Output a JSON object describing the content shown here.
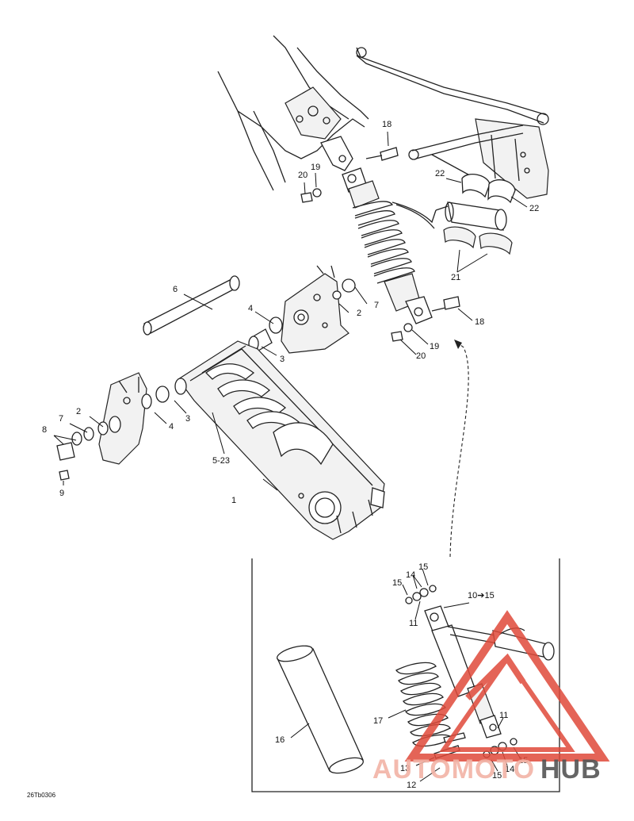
{
  "diagram_code": "26Tb0306",
  "watermark": {
    "word1": "AUTOMOTO",
    "word2": "HUB",
    "color1": "#f2b3a6",
    "color2": "#555555",
    "logo_color": "#e04a3a"
  },
  "callouts": {
    "c1": "1",
    "c2a": "2",
    "c2b": "2",
    "c3a": "3",
    "c3b": "3",
    "c4a": "4",
    "c4b": "4",
    "c5": "5-23",
    "c6": "6",
    "c7a": "7",
    "c7b": "7",
    "c8": "8",
    "c9": "9",
    "c10": "10➔15",
    "c11a": "11",
    "c11b": "11",
    "c12": "12",
    "c13": "13",
    "c14a": "14",
    "c14b": "14",
    "c15a": "15",
    "c15b": "15",
    "c15c": "15",
    "c15d": "15",
    "c16": "16",
    "c17": "17",
    "c18a": "18",
    "c18b": "18",
    "c19a": "19",
    "c19b": "19",
    "c20a": "20",
    "c20b": "20",
    "c21": "21",
    "c22a": "22",
    "c22b": "22"
  }
}
